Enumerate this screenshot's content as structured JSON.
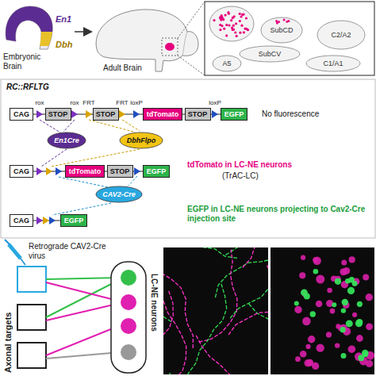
{
  "diagram": {
    "nodes": [
      {
        "text": [
          "CAG"
        ]
      },
      {
        "text": [
          "STOP"
        ]
      },
      {
        "text": [
          "STOP"
        ]
      },
      {
        "text": [
          "tdTomato"
        ]
      },
      {
        "text": [
          "STOP"
        ]
      },
      {
        "text": [
          "EGFP"
        ]
      },
      {
        "text": [
          "En1Cre"
        ]
      },
      {
        "text": [
          "DbhFlpo"
        ]
      },
      {
        "text": [
          "CAG"
        ]
      },
      {
        "text": [
          "tdTomato"
        ]
      },
      {
        "text": [
          "STOP"
        ]
      },
      {
        "text": [
          "EGFP"
        ]
      },
      {
        "text": [
          "CAV2-Cre"
        ]
      },
      {
        "text": [
          "CAG"
        ]
      },
      {
        "text": [
          "EGFP"
        ]
      }
    ],
    "labels": [
      "En1",
      "Dbh",
      "Embryonic Brain",
      "Adult Brain",
      "SubCD",
      "SubCV",
      "C2/A2",
      "A5",
      "C1/A1",
      "RC::RFLTG",
      "rox",
      "rox",
      "FRT",
      "FRT",
      "loxP",
      "loxP",
      "No fluorescence",
      "tdTomato in LC-NE neurons",
      "(TrAC-LC)",
      "EGFP in LC-NE neurons projecting to Cav2-Cre injection site",
      "Retrograde CAV2-Cre virus",
      "Axonal targets",
      "LC-NE neurons"
    ]
  }
}
